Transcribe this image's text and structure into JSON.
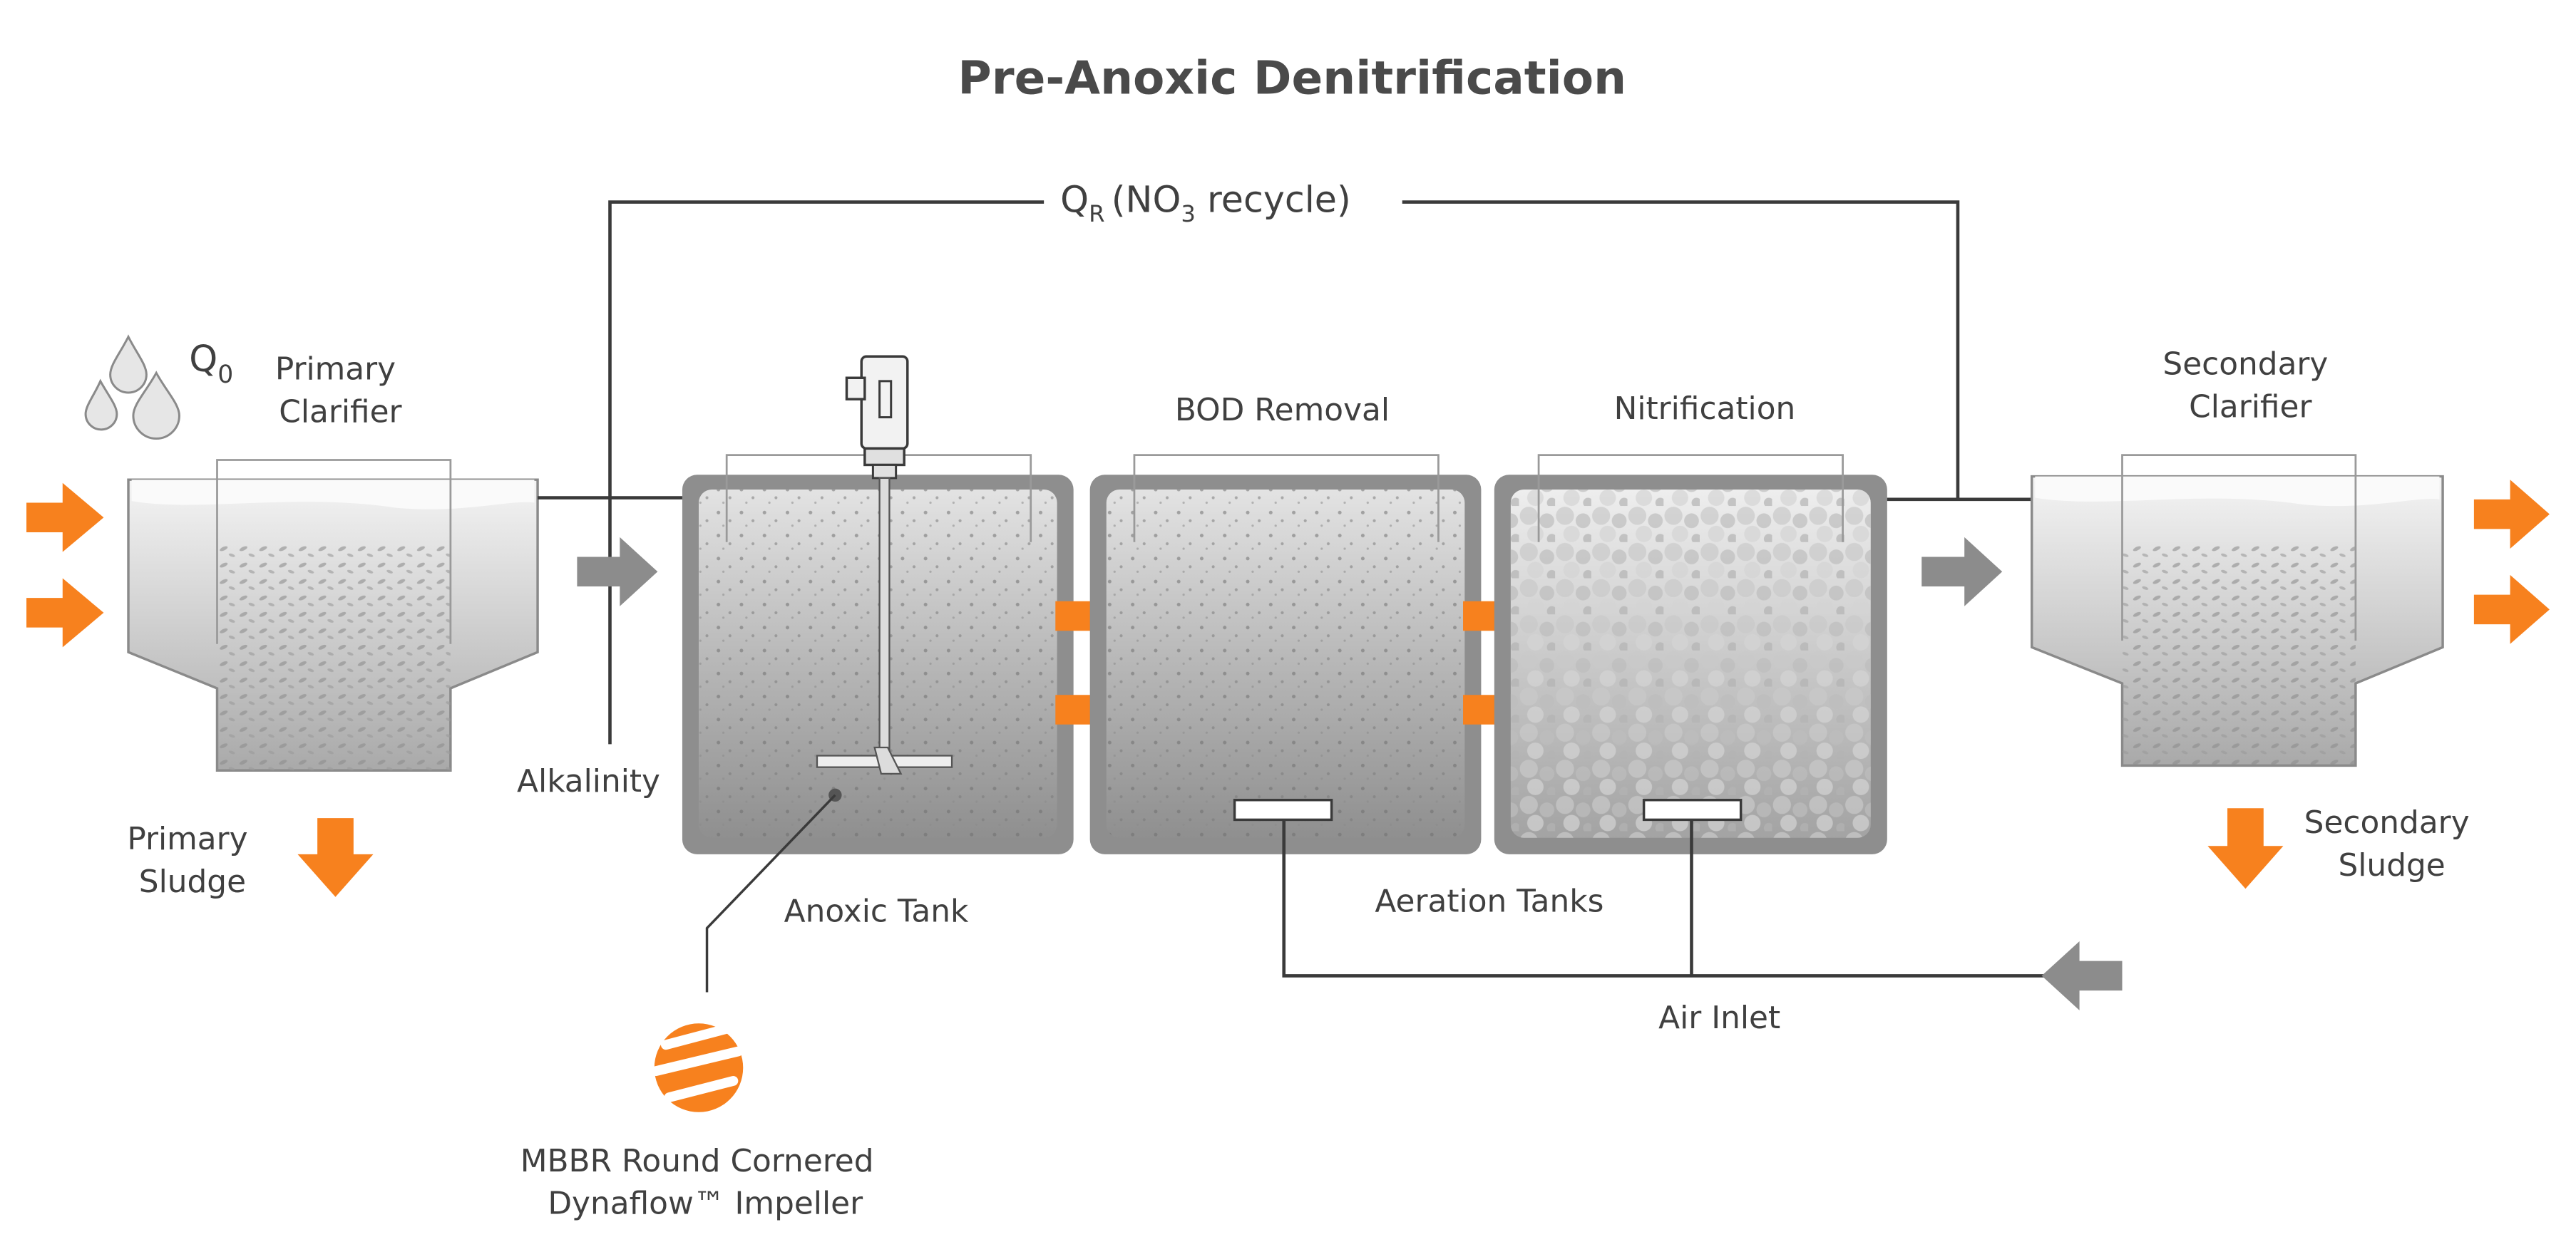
{
  "title": "Pre-Anoxic Denitrification",
  "recycle": {
    "q": "Q",
    "q_sub": "R",
    "open": "(NO",
    "no3_sub": "3",
    "close": " recycle)"
  },
  "influent": {
    "q": "Q",
    "q_sub": "0"
  },
  "labels": {
    "primary_clarifier": [
      "Primary",
      "Clarifier"
    ],
    "primary_sludge": [
      "Primary",
      "Sludge"
    ],
    "alkalinity": "Alkalinity",
    "anoxic_tank": "Anoxic Tank",
    "bod_removal": "BOD Removal",
    "nitrification": "Nitrification",
    "aeration_tanks": "Aeration Tanks",
    "air_inlet": "Air Inlet",
    "secondary_clarifier": [
      "Secondary",
      "Clarifier"
    ],
    "secondary_sludge": [
      "Secondary",
      "Sludge"
    ],
    "impeller": [
      "MBBR Round Cornered",
      "Dynaflow™ Impeller"
    ]
  },
  "colors": {
    "flow_arrow": "#F7811E",
    "process_arrow": "#8C8C8C",
    "tank_frame": "#8E8E8E",
    "line": "#3A3A3A",
    "text": "#404040"
  }
}
